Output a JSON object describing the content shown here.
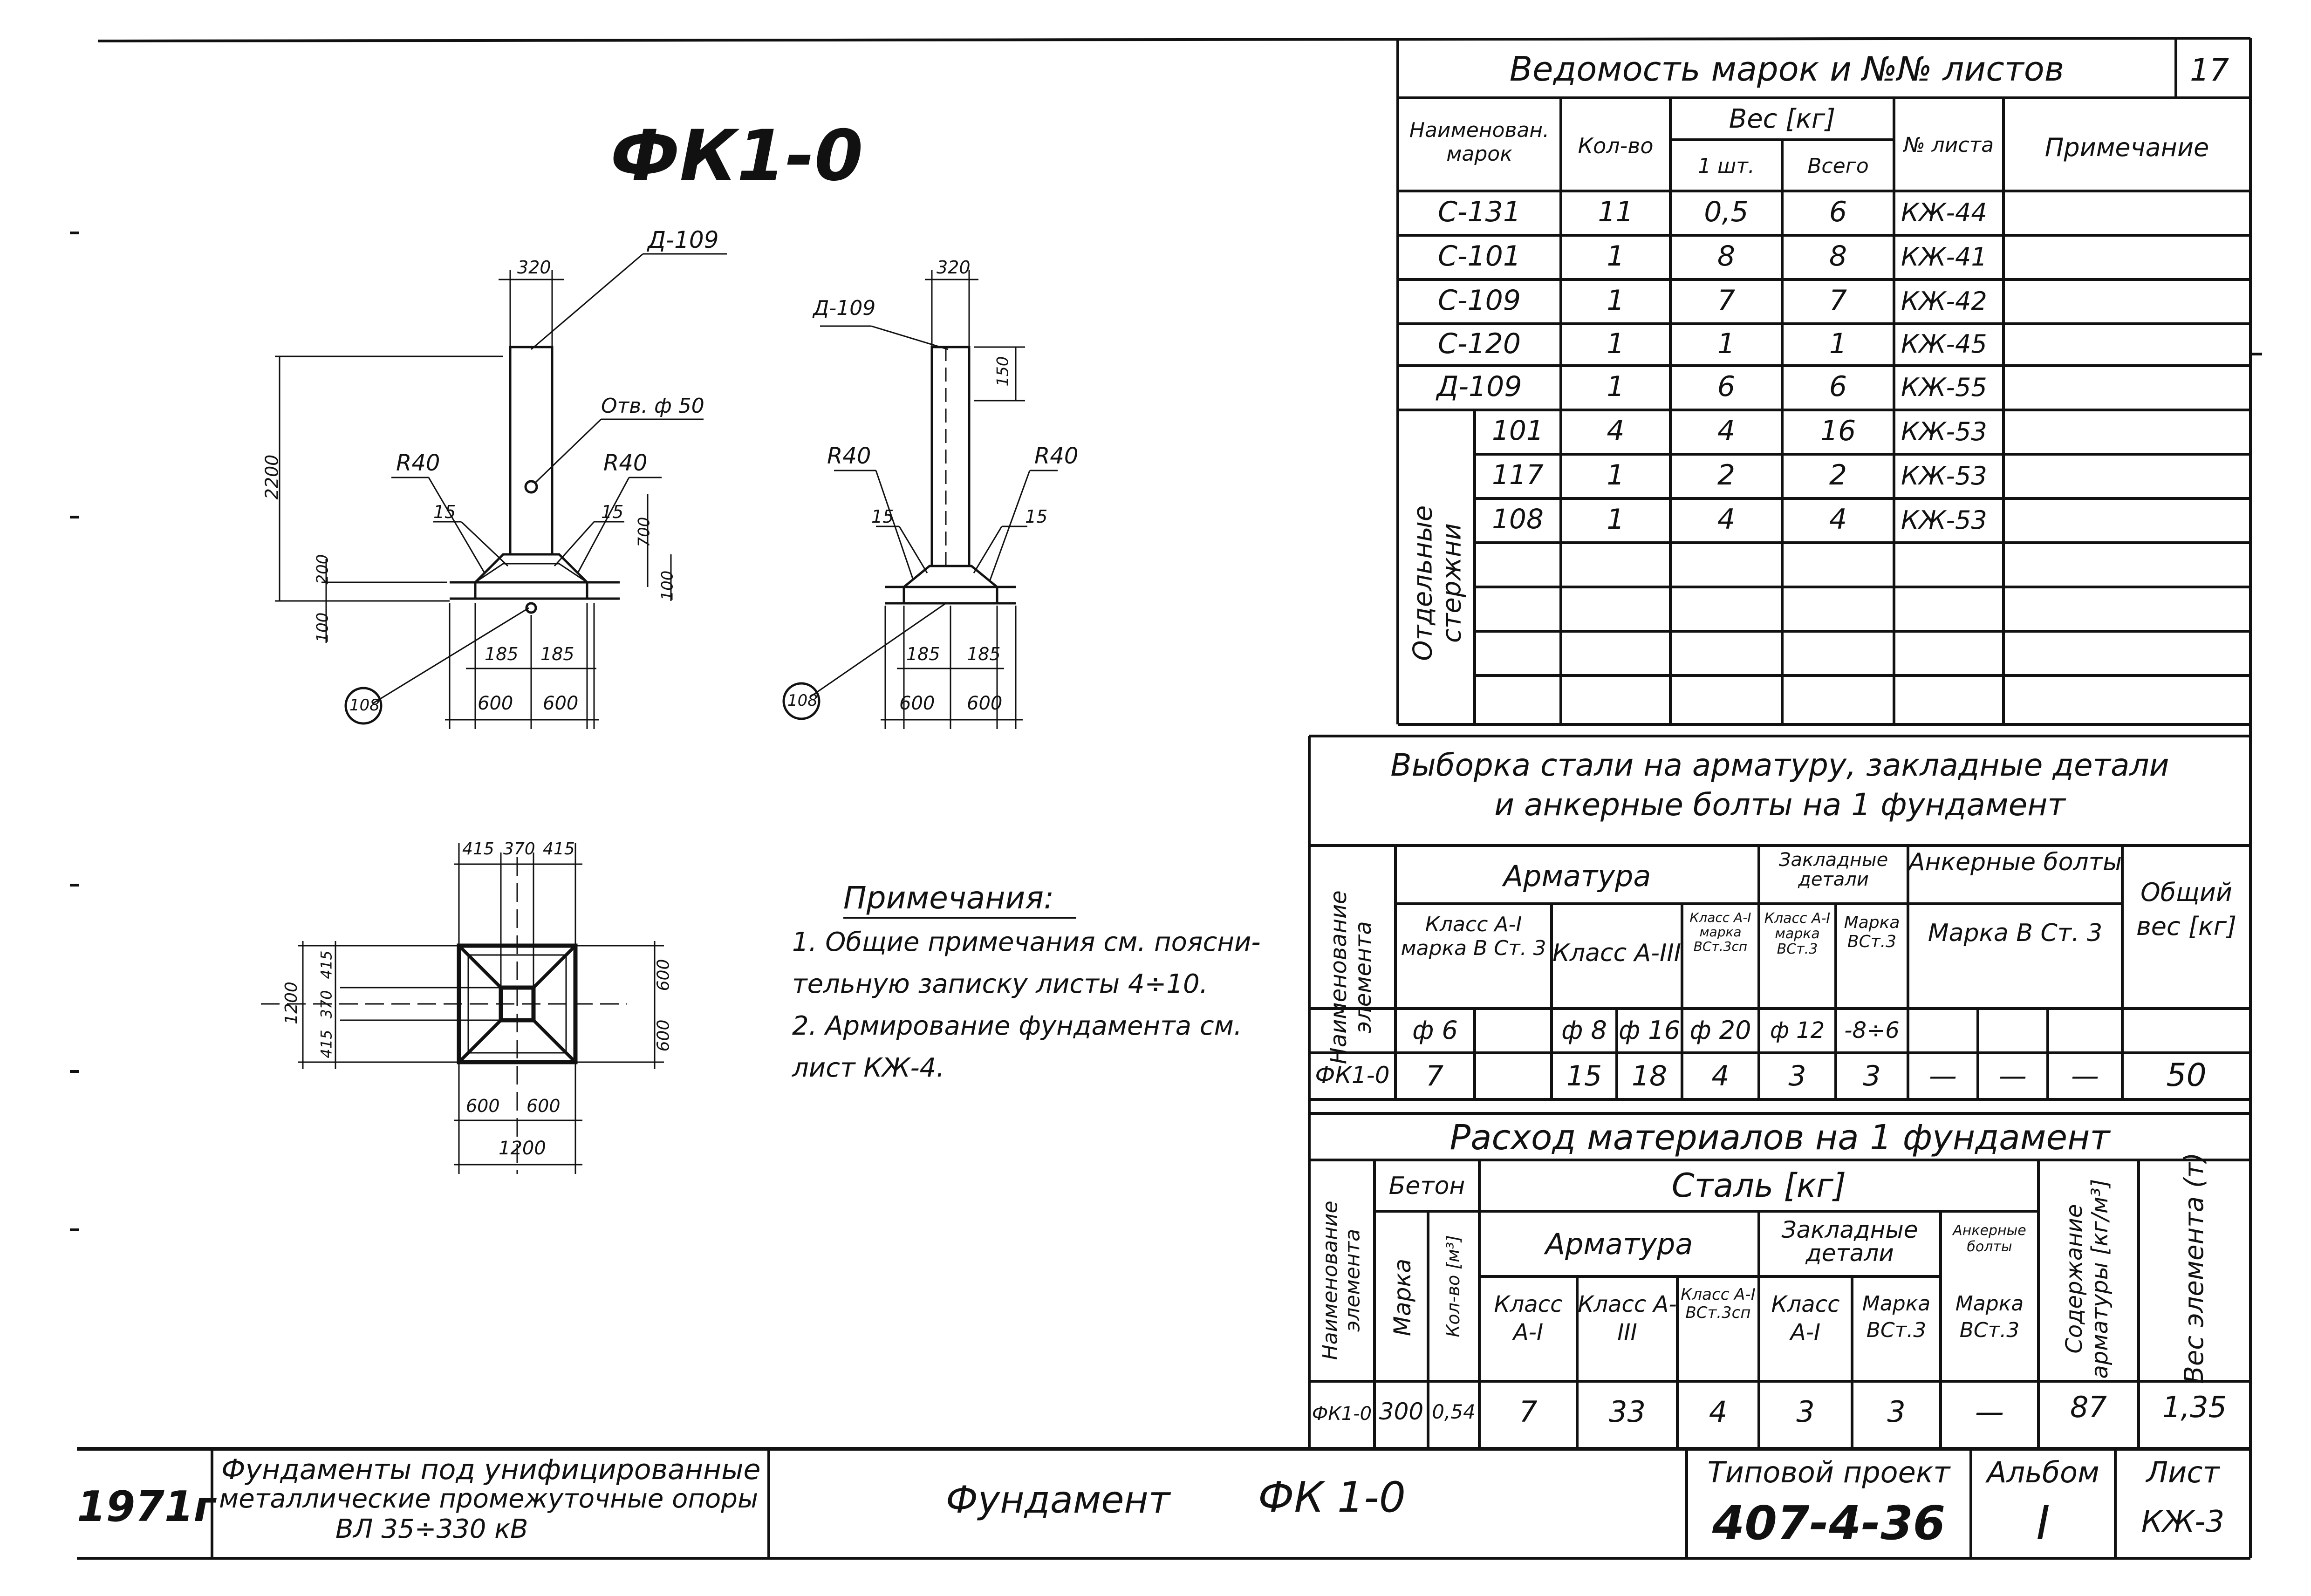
{
  "drawing": {
    "title": "ФК1-0",
    "page_number": "17",
    "notes_title": "Примечания:",
    "notes": [
      "1. Общие примечания см. поясни-",
      "тельную записку листы 4÷10.",
      "2. Армирование фундамента см.",
      "лист КЖ-4."
    ],
    "dims_front": {
      "top_width": "320",
      "total_height": "2200",
      "r_left": "R40",
      "r_right": "R40",
      "callout_top": "Д-109",
      "hole": "Отв. ф 50",
      "left_small": "15",
      "right_small": "15",
      "h200": "200",
      "h100": "100",
      "h700": "700",
      "h100b": "100",
      "base_l": "185",
      "base_r": "185",
      "w_l": "600",
      "w_r": "600",
      "mark": "108"
    },
    "dims_side": {
      "top_width": "320",
      "callout_top": "Д-109",
      "h150": "150",
      "r_left": "R40",
      "r_right": "R40",
      "left_small": "15",
      "right_small": "15",
      "base_l": "185",
      "base_r": "185",
      "w_l": "600",
      "w_r": "600",
      "mark": "108"
    },
    "dims_plan": {
      "top_a": "415",
      "top_b": "370",
      "top_c": "415",
      "left_total": "1200",
      "left_a": "415",
      "left_b": "370",
      "left_c": "415",
      "right_a": "600",
      "right_b": "600",
      "bot_a": "600",
      "bot_b": "600",
      "bot_total": "1200"
    }
  },
  "marks_table": {
    "title": "Ведомость марок и №№ листов",
    "headers": {
      "name": "Наименован. марок",
      "qty": "Кол-во",
      "weight": "Вес [кг]",
      "per_unit": "1 шт.",
      "total": "Всего",
      "sheet": "№ листа",
      "note": "Примечание"
    },
    "group_label": "Отдельные стержни",
    "rows": [
      {
        "name": "С-131",
        "qty": "11",
        "unit": "0,5",
        "total": "6",
        "sheet": "КЖ-44"
      },
      {
        "name": "С-101",
        "qty": "1",
        "unit": "8",
        "total": "8",
        "sheet": "КЖ-41"
      },
      {
        "name": "С-109",
        "qty": "1",
        "unit": "7",
        "total": "7",
        "sheet": "КЖ-42"
      },
      {
        "name": "С-120",
        "qty": "1",
        "unit": "1",
        "total": "1",
        "sheet": "КЖ-45"
      },
      {
        "name": "Д-109",
        "qty": "1",
        "unit": "6",
        "total": "6",
        "sheet": "КЖ-55"
      },
      {
        "name": "101",
        "qty": "4",
        "unit": "4",
        "total": "16",
        "sheet": "КЖ-53"
      },
      {
        "name": "117",
        "qty": "1",
        "unit": "2",
        "total": "2",
        "sheet": "КЖ-53"
      },
      {
        "name": "108",
        "qty": "1",
        "unit": "4",
        "total": "4",
        "sheet": "КЖ-53"
      }
    ]
  },
  "steel_table": {
    "title_line1": "Выборка стали на арматуру, закладные детали",
    "title_line2": "и анкерные болты на 1 фундамент",
    "col_element": "Наименование элемента",
    "armatura": "Арматура",
    "zakladnye": "Закладные детали",
    "ankernye": "Анкерные болты",
    "total_weight": "Общий вес [кг]",
    "class_a1": "Класс А-I марка В Ст. 3",
    "class_a3": "Класс А-III",
    "class_a1_small": "Класс А-I марка ВСт.3сп",
    "zd_class": "Класс А-I марка ВСт.3",
    "zd_marka": "Марка ВСт.3",
    "ab_marka": "Марка В Ст. 3",
    "sizes": [
      "ф 6",
      "",
      "ф 8",
      "ф 16",
      "ф 20",
      "ф 12",
      "-8÷6",
      "",
      "",
      ""
    ],
    "row": {
      "name": "ФК1-0",
      "values": [
        "7",
        "",
        "15",
        "18",
        "4",
        "3",
        "3",
        "—",
        "—",
        "—"
      ],
      "total": "50"
    }
  },
  "materials_table": {
    "title": "Расход материалов на 1 фундамент",
    "col_element": "Наименование элемента",
    "beton": "Бетон",
    "marka": "Марка",
    "qty_m3": "Кол-во [м³]",
    "stal": "Сталь [кг]",
    "armatura": "Арматура",
    "zakladnye": "Закладные детали",
    "ankernye": "Анкерные болты",
    "c_a1": "Класс А-I",
    "c_a3": "Класс А-III",
    "c_a1_vst": "Класс А-I ВСт.3сп",
    "zd_a1": "Класс А-I",
    "zd_marka": "Марка ВСт.3",
    "ab_marka": "Марка ВСт.3",
    "soderzhanie": "Содержание арматуры [кг/м³]",
    "ves": "Вес элемента (т)",
    "row": {
      "name": "ФК1-0",
      "marka": "300",
      "qty": "0,54",
      "a1": "7",
      "a3": "33",
      "a1vst": "4",
      "zd_a1": "3",
      "zd_marka": "3",
      "ab": "—",
      "soderzhanie": "87",
      "ves": "1,35"
    }
  },
  "title_block": {
    "year": "1971г",
    "description_line1": "Фундаменты под унифицированные",
    "description_line2": "металлические промежуточные опоры",
    "description_line3": "ВЛ 35÷330 кВ",
    "name": "Фундамент",
    "code": "ФК 1-0",
    "project_label": "Типовой проект",
    "project_number": "407-4-36",
    "album_label": "Альбом",
    "album_value": "I",
    "sheet_label": "Лист",
    "sheet_value": "КЖ-3"
  }
}
